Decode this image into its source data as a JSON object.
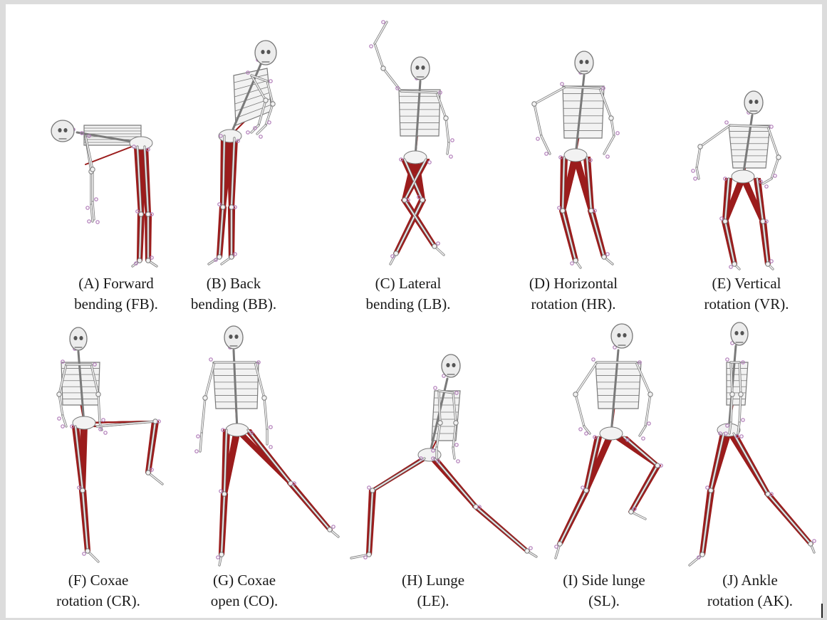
{
  "figure": {
    "panels": [
      {
        "id": "A",
        "caption": "(A) Forward\nbending (FB).",
        "pose": "forward-bend"
      },
      {
        "id": "B",
        "caption": "(B) Back\nbending (BB).",
        "pose": "back-bend"
      },
      {
        "id": "C",
        "caption": "(C) Lateral\nbending (LB).",
        "pose": "lateral-bend"
      },
      {
        "id": "D",
        "caption": "(D) Horizontal\nrotation (HR).",
        "pose": "horizontal-rotation"
      },
      {
        "id": "E",
        "caption": "(E) Vertical\nrotation (VR).",
        "pose": "vertical-rotation"
      },
      {
        "id": "F",
        "caption": "(F) Coxae\nrotation (CR).",
        "pose": "coxae-rotation"
      },
      {
        "id": "G",
        "caption": "(G) Coxae\nopen (CO).",
        "pose": "coxae-open"
      },
      {
        "id": "H",
        "caption": "(H) Lunge\n(LE).",
        "pose": "lunge"
      },
      {
        "id": "I",
        "caption": "(I) Side lunge\n(SL).",
        "pose": "side-lunge"
      },
      {
        "id": "J",
        "caption": "(J) Ankle\nrotation (AK).",
        "pose": "ankle-rotation"
      }
    ],
    "colors": {
      "muscle": "#9b1c1c",
      "bone": "#f2f2f2",
      "bone_outline": "#7a7a7a",
      "marker": "#b07bb8",
      "caption_text": "#1a1a1a"
    }
  }
}
